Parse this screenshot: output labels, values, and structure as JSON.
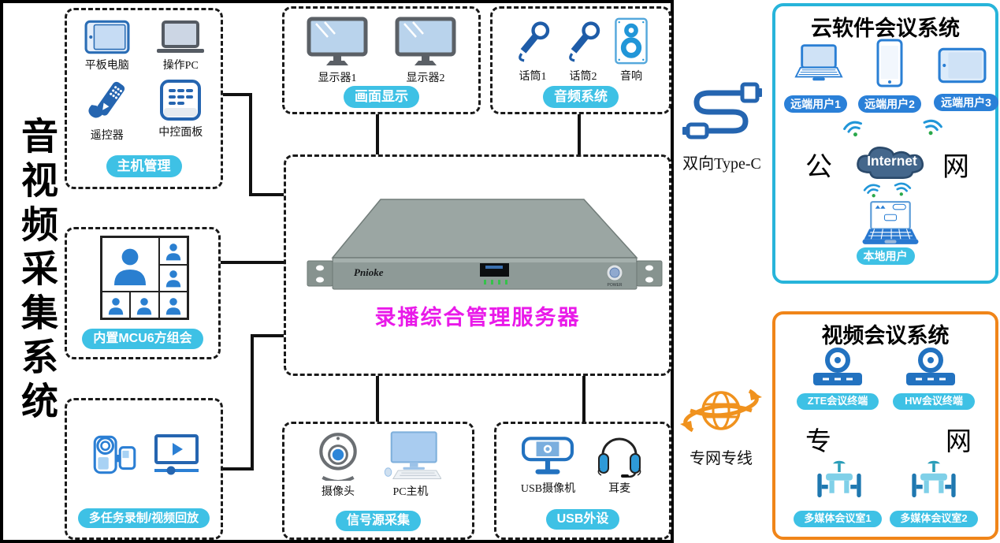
{
  "system_title": "音视频采集系统",
  "host_box": {
    "items": [
      "平板电脑",
      "操作PC",
      "遥控器",
      "中控面板"
    ],
    "badge": "主机管理"
  },
  "mcu_box": {
    "badge": "内置MCU6方组会"
  },
  "record_box": {
    "badge": "多任务录制/视频回放"
  },
  "display_box": {
    "items": [
      "显示器1",
      "显示器2"
    ],
    "badge": "画面显示"
  },
  "audio_box": {
    "items": [
      "话筒1",
      "话筒2",
      "音响"
    ],
    "badge": "音频系统"
  },
  "signal_box": {
    "items": [
      "摄像头",
      "PC主机"
    ],
    "badge": "信号源采集"
  },
  "usb_box": {
    "items": [
      "USB摄像机",
      "耳麦"
    ],
    "badge": "USB外设"
  },
  "server": {
    "brand": "Pnioke",
    "label": "录播综合管理服务器",
    "power_label": "POWER"
  },
  "links": {
    "type_c": "双向Type-C",
    "private_line": "专网专线"
  },
  "cloud_box": {
    "title": "云软件会议系统",
    "remote_users": [
      "远端用户1",
      "远端用户2",
      "远端用户3"
    ],
    "wan_left": "公",
    "internet_label": "Internet",
    "wan_right": "网",
    "local_user": "本地用户"
  },
  "video_box": {
    "title": "视频会议系统",
    "terminals": [
      "ZTE会议终端",
      "HW会议终端"
    ],
    "net_left": "专",
    "net_right": "网",
    "rooms": [
      "多媒体会议室1",
      "多媒体会议室2"
    ]
  },
  "colors": {
    "badge_cyan": "#3ec1e5",
    "badge_blue": "#2a80d8",
    "icon_blue": "#2272c0",
    "cloud_border": "#27b4da",
    "video_border": "#f08519",
    "server_label_magenta": "#e91ae9",
    "link_orange": "#f0921e",
    "line_black": "#111111"
  }
}
